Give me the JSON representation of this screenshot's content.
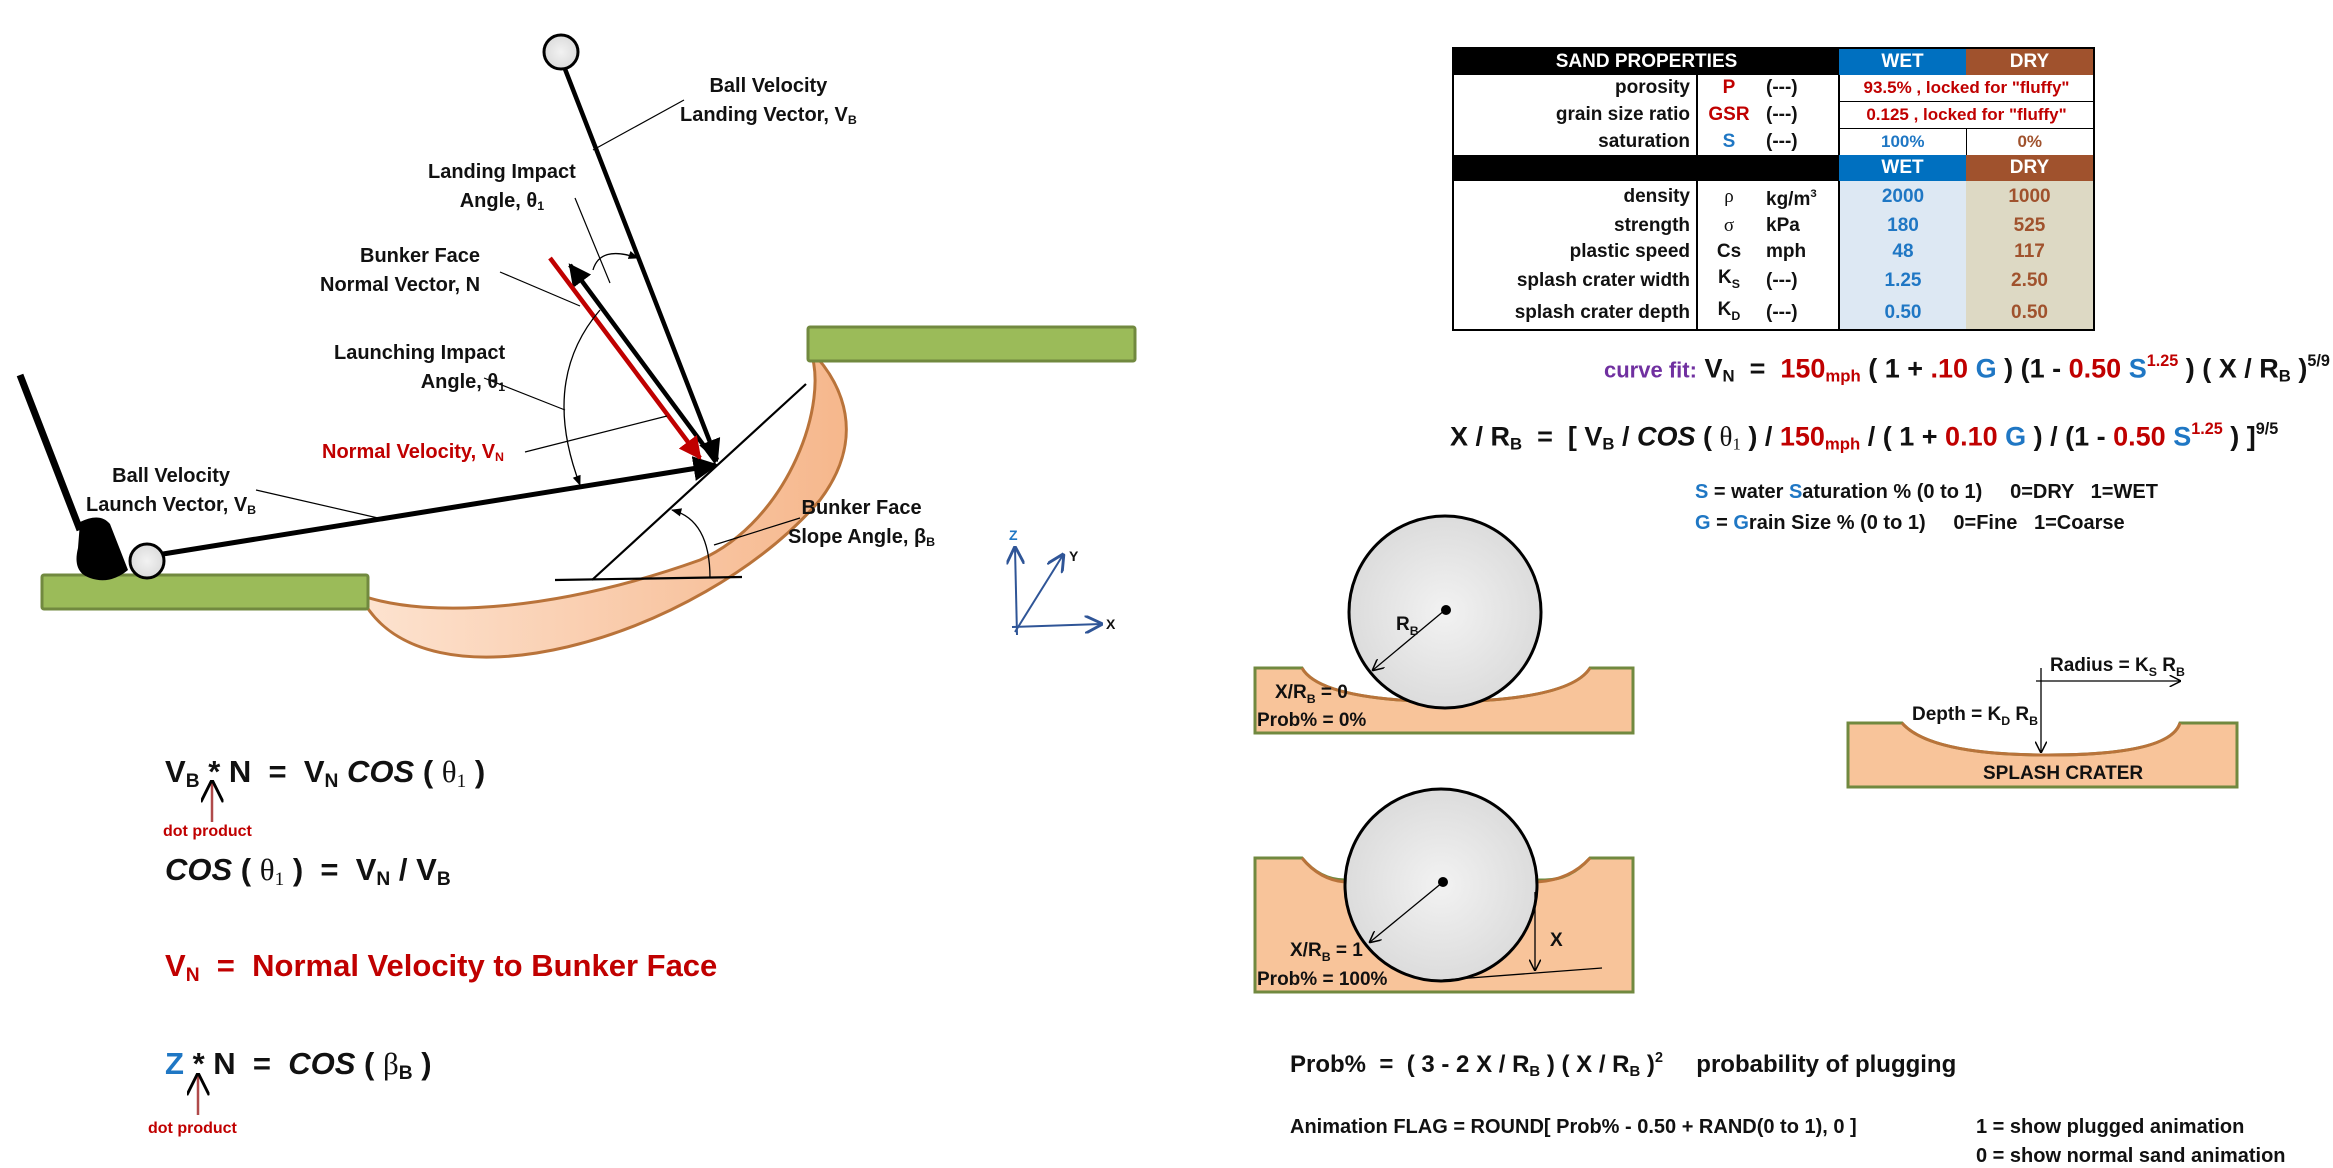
{
  "diagram_labels": {
    "landing_vector": {
      "line1": "Ball Velocity",
      "line2": "Landing Vector, V",
      "sub": "B"
    },
    "landing_angle": {
      "line1": "Landing Impact",
      "line2": "Angle, θ",
      "sub": "1"
    },
    "normal_vector": {
      "line1": "Bunker Face",
      "line2": "Normal Vector, N"
    },
    "launching_angle": {
      "line1": "Launching Impact",
      "line2": "Angle, θ",
      "sub": "1"
    },
    "normal_velocity": {
      "text": "Normal Velocity, V",
      "sub": "N"
    },
    "launch_vector": {
      "line1": "Ball Velocity",
      "line2": "Launch Vector, V",
      "sub": "B"
    },
    "slope_angle": {
      "line1": "Bunker Face",
      "line2": "Slope Angle, β",
      "sub": "B"
    },
    "axes": {
      "x": "X",
      "y": "Y",
      "z": "Z"
    }
  },
  "equations": {
    "eq1": {
      "a": "V",
      "a_sub": "B",
      "op": "*",
      "b": "N",
      "eq": "=",
      "c": "V",
      "c_sub": "N",
      "fn": "COS",
      "arg": "θ",
      "arg_sub": "1"
    },
    "eq1_note": "dot product",
    "eq2": {
      "fn": "COS",
      "arg": "θ",
      "arg_sub": "1",
      "eq": "=",
      "rhs1": "V",
      "rhs1_sub": "N",
      "div": "/",
      "rhs2": "V",
      "rhs2_sub": "B"
    },
    "eq3": {
      "lhs": "V",
      "lhs_sub": "N",
      "eq": "=",
      "text": "Normal Velocity to Bunker Face"
    },
    "eq4": {
      "a": "Z",
      "op": "*",
      "b": "N",
      "eq": "=",
      "fn": "COS",
      "arg": "β",
      "arg_sub": "B"
    },
    "eq4_note": "dot product"
  },
  "sand_table": {
    "title": "SAND PROPERTIES",
    "wet_label": "WET",
    "dry_label": "DRY",
    "top_rows": [
      {
        "label": "porosity",
        "symbol": "P",
        "unit": "(---)",
        "value": "93.5% , locked for \"fluffy\""
      },
      {
        "label": "grain size ratio",
        "symbol": "GSR",
        "unit": "(---)",
        "value": "0.125 , locked for \"fluffy\""
      },
      {
        "label": "saturation",
        "symbol": "S",
        "unit": "(---)",
        "wet": "100%",
        "dry": "0%"
      }
    ],
    "rows": [
      {
        "label": "density",
        "symbol": "ρ",
        "unit": "kg/m",
        "unit_sup": "3",
        "wet": "2000",
        "dry": "1000"
      },
      {
        "label": "strength",
        "symbol": "σ",
        "unit": "kPa",
        "wet": "180",
        "dry": "525"
      },
      {
        "label": "plastic speed",
        "symbol": "Cs",
        "unit": "mph",
        "wet": "48",
        "dry": "117"
      },
      {
        "label": "splash crater width",
        "symbol": "K",
        "symbol_sub": "S",
        "unit": "(---)",
        "wet": "1.25",
        "dry": "2.50"
      },
      {
        "label": "splash crater depth",
        "symbol": "K",
        "symbol_sub": "D",
        "unit": "(---)",
        "wet": "0.50",
        "dry": "0.50"
      }
    ]
  },
  "formulas": {
    "curve_fit_label": "curve fit:",
    "curve_fit": {
      "vn": "V",
      "vn_sub": "N",
      "eq": "=",
      "k": "150",
      "k_sub": "mph",
      "g_coef": ".10",
      "g": "G",
      "s_coef": "0.50",
      "s": "S",
      "s_exp": "1.25",
      "x": "X",
      "rb": "R",
      "rb_sub": "B",
      "exp": "5/9"
    },
    "x_over_rb": {
      "x": "X",
      "rb": "R",
      "rb_sub": "B",
      "vb": "V",
      "vb_sub": "B",
      "fn": "COS",
      "arg": "θ",
      "arg_sub": "1",
      "k": "150",
      "k_sub": "mph",
      "g_coef": "0.10",
      "g": "G",
      "s_coef": "0.50",
      "s": "S",
      "s_exp": "1.25",
      "exp": "9/5"
    },
    "legend_s": {
      "key": "S",
      "eq": " = water ",
      "key2": "S",
      "rest": "aturation % (0 to 1)     0=DRY   1=WET"
    },
    "legend_g": {
      "key": "G",
      "eq": " = ",
      "key2": "G",
      "rest": "rain Size % (0 to 1)     0=Fine   1=Coarse"
    }
  },
  "ball_diagrams": {
    "top": {
      "radius_label": "R",
      "radius_sub": "B",
      "ratio": "X/R",
      "ratio_sub": "B",
      "ratio_val": " = 0",
      "prob": "Prob% = 0%"
    },
    "bottom": {
      "ratio": "X/R",
      "ratio_sub": "B",
      "ratio_val": " = 1",
      "prob": "Prob% = 100%",
      "depth_label": "X"
    },
    "splash": {
      "radius": "Radius = K",
      "radius_sub1": "S",
      "radius_rb": " R",
      "radius_sub2": "B",
      "depth": "Depth = K",
      "depth_sub1": "D",
      "depth_rb": " R",
      "depth_sub2": "B",
      "title": "SPLASH CRATER"
    }
  },
  "bottom_formulas": {
    "prob": {
      "lhs": "Prob%",
      "eq": "=",
      "expr_a": "( 3 - 2 X / R",
      "sub": "B",
      "expr_b": ") ( X / R",
      "exp": "2",
      "desc": "probability of plugging"
    },
    "flag": "Animation FLAG  =  ROUND[ Prob% - 0.50 + RAND(0 to 1), 0 ]",
    "flag_1": "1  =  show plugged animation",
    "flag_0": "0  =  show normal sand animation"
  },
  "colors": {
    "grass": "#9bbb59",
    "grass_border": "#71893f",
    "sand": "#f8c49a",
    "sand_border": "#b9733a",
    "normal_velocity": "#c00000",
    "wet_header": "#0070c0",
    "dry_header": "#a0522d",
    "axis": "#2f5597"
  }
}
